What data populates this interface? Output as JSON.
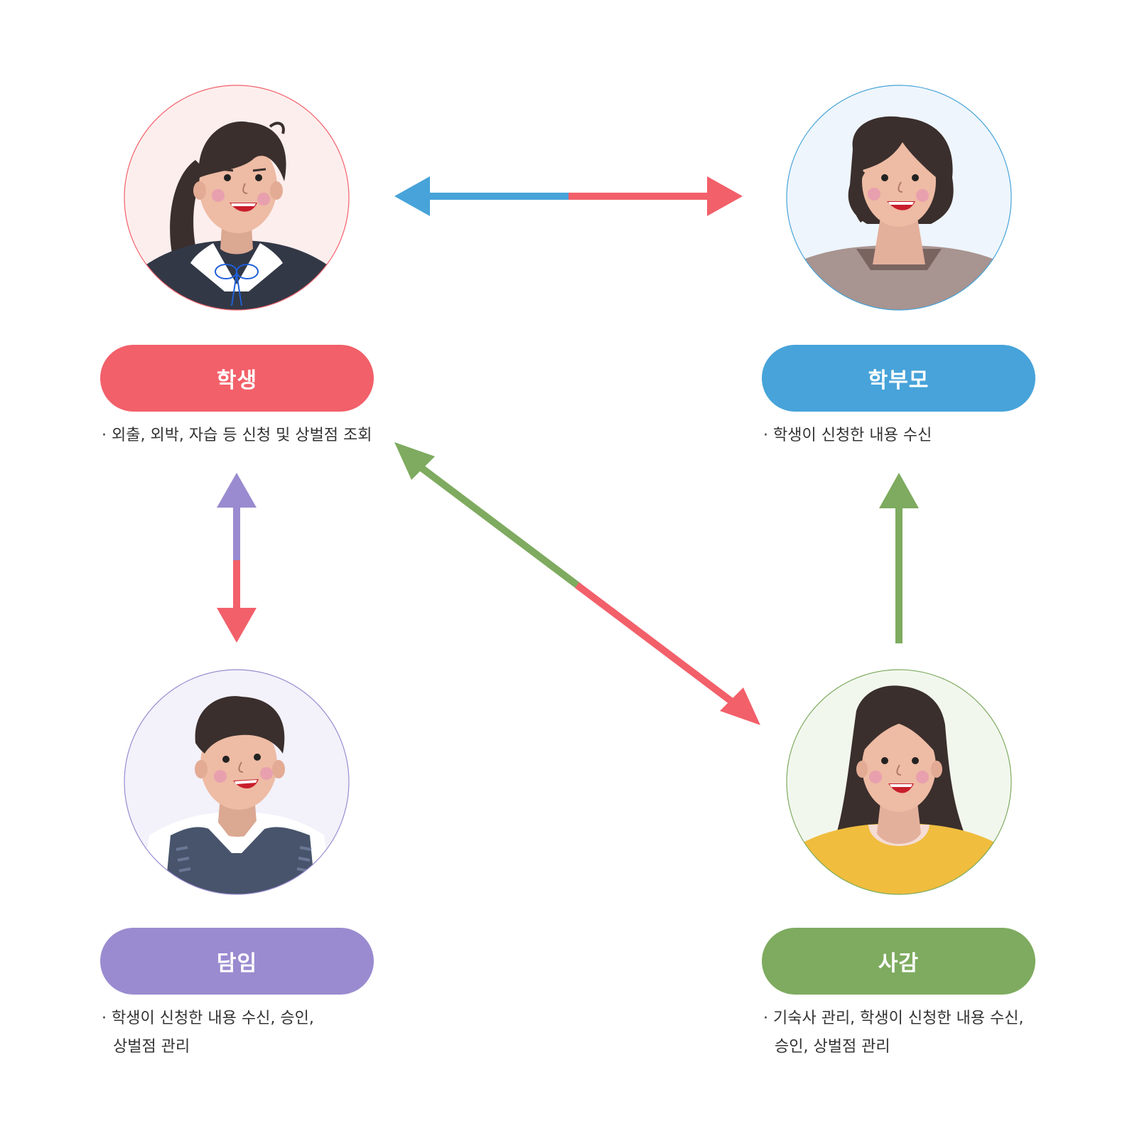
{
  "colors": {
    "student": "#f2606a",
    "parent": "#47a3d9",
    "homeroom": "#9a8bd0",
    "dorm": "#7eab5f"
  },
  "icons": {
    "student": "student-avatar-icon",
    "parent": "parent-avatar-icon",
    "homeroom": "homeroom-teacher-avatar-icon",
    "dorm": "dorm-supervisor-avatar-icon"
  },
  "nodes": {
    "student": {
      "label": "학생",
      "desc1": "· 외출, 외박, 자습 등 신청 및 상벌점 조회",
      "desc2": ""
    },
    "parent": {
      "label": "학부모",
      "desc1": "· 학생이 신청한 내용 수신",
      "desc2": ""
    },
    "homeroom": {
      "label": "담임",
      "desc1": "· 학생이 신청한 내용 수신, 승인,",
      "desc2": "상벌점 관리"
    },
    "dorm": {
      "label": "사감",
      "desc1": "· 기숙사 관리, 학생이 신청한 내용 수신,",
      "desc2": "승인, 상벌점 관리"
    }
  }
}
